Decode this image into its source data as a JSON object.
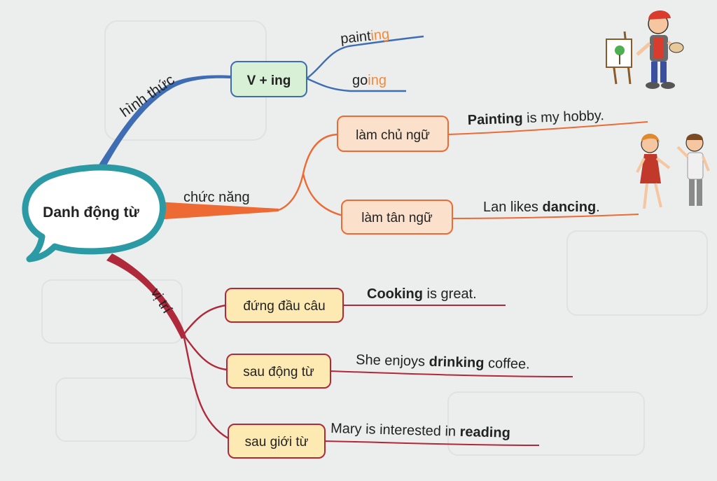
{
  "center": {
    "title": "Danh động từ"
  },
  "branches": {
    "form": {
      "label": "hình thức",
      "formula": "V + ing",
      "examples": [
        {
          "stem": "paint",
          "suffix": "ing"
        },
        {
          "stem": "go",
          "suffix": "ing"
        }
      ]
    },
    "function": {
      "label": "chức năng",
      "items": [
        {
          "box": "làm chủ ngữ",
          "bold": "Painting",
          "rest": " is my hobby."
        },
        {
          "box": "làm tân ngữ",
          "before": "Lan likes ",
          "bold": "dancing",
          "after": "."
        }
      ]
    },
    "position": {
      "label": "vị trí",
      "items": [
        {
          "box": "đứng đầu câu",
          "bold": "Cooking",
          "rest": " is great."
        },
        {
          "box": "sau động từ",
          "before": "She enjoys ",
          "bold": "drinking",
          "after": " coffee."
        },
        {
          "box": "sau giới từ",
          "before": "Mary is interested in ",
          "bold": "reading"
        }
      ]
    }
  },
  "colors": {
    "form": "#3f6db3",
    "function": "#ee6a34",
    "position": "#b0293b",
    "center_border": "#2b9aa4",
    "form_box_fill": "#d8f0d6",
    "function_box_fill": "#fbe1cc",
    "position_box_fill": "#fdeab2",
    "ing_suffix": "#f08a3c"
  }
}
